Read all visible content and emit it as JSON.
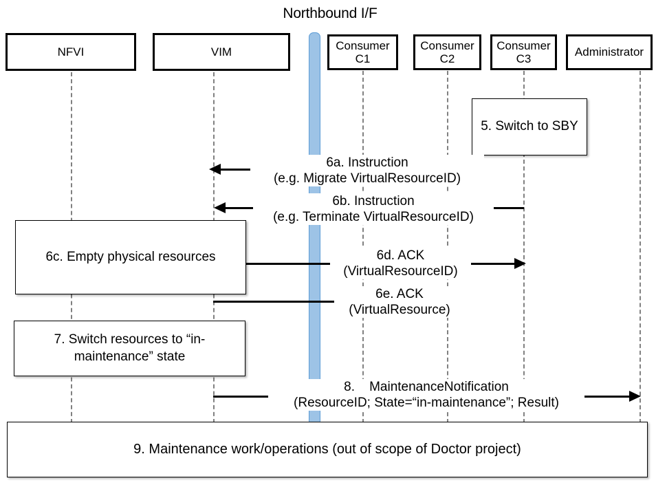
{
  "diagram": {
    "title": "Northbound I/F",
    "type": "uml-sequence-diagram"
  },
  "participants": [
    {
      "id": "nfvi",
      "label": "NFVI",
      "sub": ""
    },
    {
      "id": "vim",
      "label": "VIM",
      "sub": ""
    },
    {
      "id": "c1",
      "label": "Consumer",
      "sub": "C1"
    },
    {
      "id": "c2",
      "label": "Consumer",
      "sub": "C2"
    },
    {
      "id": "c3",
      "label": "Consumer",
      "sub": "C3"
    },
    {
      "id": "admin",
      "label": "Administrator",
      "sub": ""
    }
  ],
  "notes": {
    "step5": {
      "line1": "5. Switch to",
      "line2": "SBY"
    },
    "step6c": {
      "line1": "6c. Empty physical resources",
      "line2": ""
    },
    "step7": {
      "line1": "7. Switch resources to",
      "line2": "“in-maintenance” state"
    },
    "step9": {
      "line1": "9. Maintenance work/operations",
      "line2": "(out of scope of Doctor project)"
    }
  },
  "messages": {
    "m6a": {
      "line1": "6a. Instruction",
      "line2": "(e.g. Migrate VirtualResourceID)",
      "from": "c2",
      "to": "vim",
      "direction": "left"
    },
    "m6b": {
      "line1": "6b. Instruction",
      "line2": "(e.g. Terminate VirtualResourceID)",
      "from": "c3",
      "to": "vim",
      "direction": "left"
    },
    "m6d": {
      "line1": "6d. ACK",
      "line2": "(VirtualResourceID)",
      "from": "nfvi",
      "to": "c3",
      "direction": "right"
    },
    "m6e": {
      "line1": "6e. ACK",
      "line2": "(VirtualResource)",
      "from": "vim",
      "to": "c2",
      "direction": "right"
    },
    "m8": {
      "line1": "8.    MaintenanceNotification",
      "line2": "(ResourceID; State=“in-maintenance”; Result)",
      "from": "vim",
      "to": "admin",
      "direction": "right"
    }
  },
  "colors": {
    "northbound_bar_fill": "#9DC3E6",
    "northbound_bar_border": "#5B9BD5",
    "box_border": "#000000",
    "lifeline": "#808080",
    "arrow": "#000000",
    "background": "#FFFFFF"
  }
}
